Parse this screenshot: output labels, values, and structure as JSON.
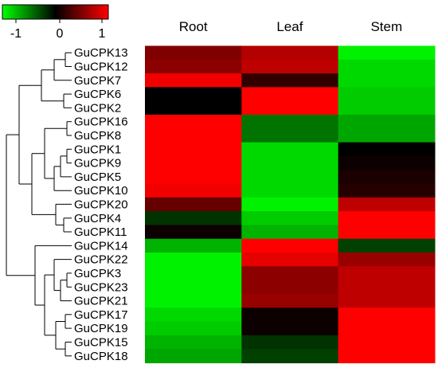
{
  "chart_data": {
    "type": "heatmap",
    "columns": [
      "Root",
      "Leaf",
      "Stem"
    ],
    "rows": [
      "GuCPK13",
      "GuCPK12",
      "GuCPK7",
      "GuCPK6",
      "GuCPK2",
      "GuCPK16",
      "GuCPK8",
      "GuCPK1",
      "GuCPK9",
      "GuCPK5",
      "GuCPK10",
      "GuCPK20",
      "GuCPK4",
      "GuCPK11",
      "GuCPK14",
      "GuCPK22",
      "GuCPK3",
      "GuCPK23",
      "GuCPK21",
      "GuCPK17",
      "GuCPK19",
      "GuCPK15",
      "GuCPK18"
    ],
    "values": [
      [
        0.5,
        0.7,
        -0.95
      ],
      [
        0.55,
        0.75,
        -0.85
      ],
      [
        0.95,
        0.2,
        -0.85
      ],
      [
        0.0,
        1.0,
        -0.8
      ],
      [
        0.0,
        1.0,
        -0.8
      ],
      [
        1.0,
        -0.45,
        -0.65
      ],
      [
        1.0,
        -0.45,
        -0.65
      ],
      [
        1.0,
        -0.85,
        0.0
      ],
      [
        1.0,
        -0.85,
        0.05
      ],
      [
        1.0,
        -0.85,
        0.1
      ],
      [
        0.95,
        -0.85,
        0.15
      ],
      [
        0.4,
        -0.95,
        0.75
      ],
      [
        -0.2,
        -0.8,
        1.0
      ],
      [
        0.05,
        -0.7,
        1.0
      ],
      [
        -0.7,
        1.0,
        -0.25
      ],
      [
        -0.95,
        0.9,
        0.6
      ],
      [
        -0.95,
        0.55,
        0.75
      ],
      [
        -0.95,
        0.55,
        0.75
      ],
      [
        -0.95,
        0.6,
        0.75
      ],
      [
        -0.85,
        0.05,
        1.0
      ],
      [
        -0.8,
        0.05,
        1.0
      ],
      [
        -0.7,
        -0.2,
        1.0
      ],
      [
        -0.65,
        -0.25,
        1.0
      ]
    ],
    "color_scale": {
      "min": -1,
      "mid": 0,
      "max": 1,
      "low_color": "#00ff00",
      "mid_color": "#000000",
      "high_color": "#ff0000"
    },
    "colorbar_ticks": [
      "-1",
      "0",
      "1"
    ],
    "dendrogram": "row clustering tree on the left"
  }
}
